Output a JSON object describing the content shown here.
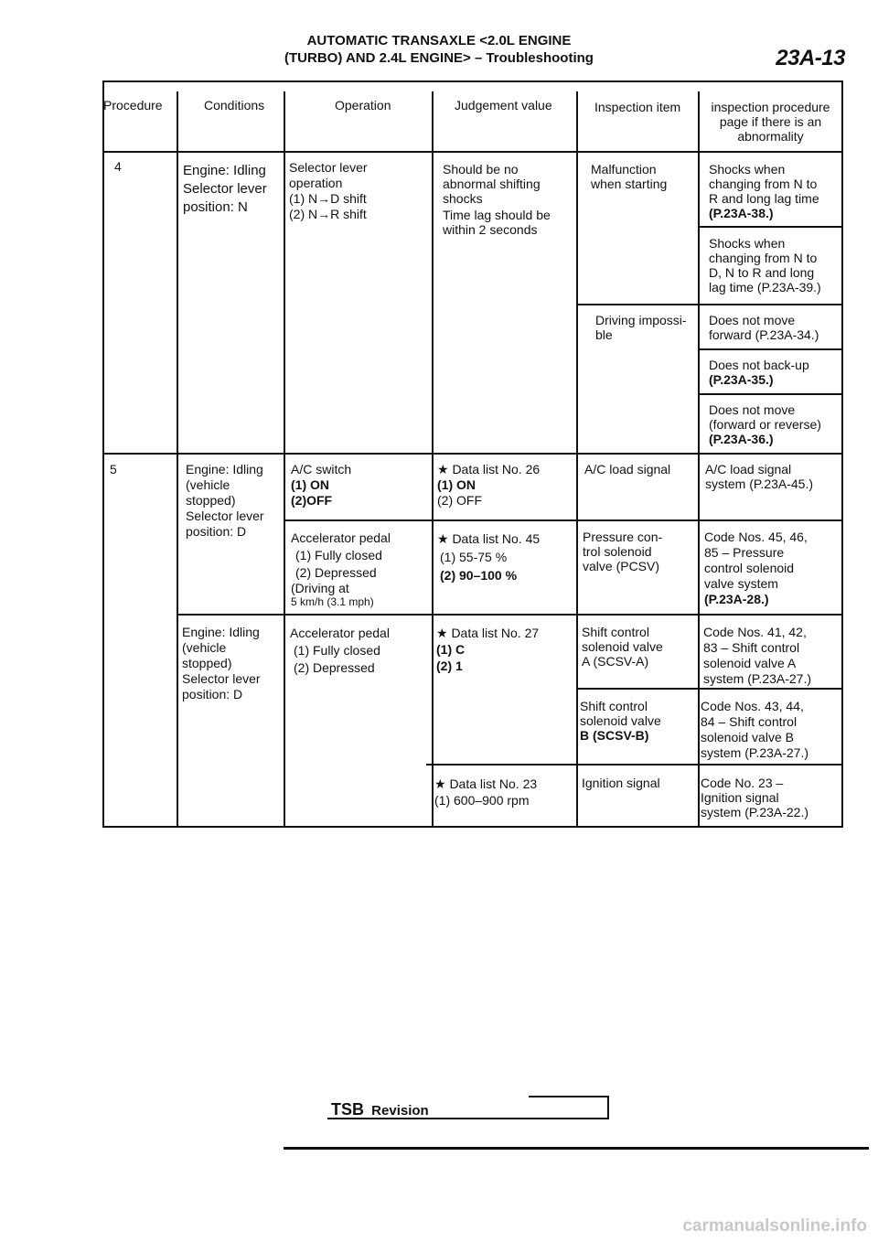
{
  "header": {
    "line1": "AUTOMATIC TRANSAXLE <2.0L ENGINE",
    "line2": "(TURBO) AND 2.4L ENGINE> – Troubleshooting",
    "page_number": "23A-13"
  },
  "table": {
    "columns": [
      "Procedure",
      "Conditions",
      "Operation",
      "Judgement value",
      "Inspection item",
      "inspection procedure page if there is an abnormality"
    ],
    "col_inspection_proc": [
      "inspection procedure",
      "page if there is an",
      "abnormality"
    ],
    "r4": {
      "no": "4",
      "cond": [
        "Engine: Idling",
        "Selector lever",
        "position: N"
      ],
      "op": [
        "Selector lever",
        "operation",
        "(1) N→D shift",
        "(2) N→R shift"
      ],
      "judge": [
        "Should be no",
        "abnormal shifting",
        "shocks",
        "Time lag should be",
        "within 2 seconds"
      ],
      "item1": [
        "Malfunction",
        "when starting"
      ],
      "proc1": [
        "Shocks when",
        "changing from N to",
        "R and long lag time",
        "(P.23A-38.)"
      ],
      "proc2": [
        "Shocks when",
        "changing from N to",
        "D, N to R and long",
        "lag time (P.23A-39.)"
      ],
      "item2": [
        "Driving impossi-",
        "ble"
      ],
      "proc3": [
        "Does not move",
        "forward (P.23A-34.)"
      ],
      "proc4": [
        "Does not back-up",
        "(P.23A-35.)"
      ],
      "proc5": [
        "Does not move",
        "(forward or reverse)",
        "(P.23A-36.)"
      ]
    },
    "r5": {
      "no": "5",
      "cond1": [
        "Engine: Idling",
        "(vehicle",
        "stopped)",
        "Selector lever",
        "position: D"
      ],
      "ac_op": [
        "A/C switch",
        "(1) ON",
        "(2)OFF"
      ],
      "ac_judge": [
        "★ Data list No. 26",
        "(1) ON",
        "(2) OFF"
      ],
      "ac_item": [
        "A/C load signal"
      ],
      "ac_proc": [
        "A/C load signal",
        "system (P.23A-45.)"
      ],
      "accel_op": [
        "Accelerator pedal",
        "(1) Fully closed",
        "(2) Depressed",
        "(Driving at",
        "5 km/h (3.1 mph)"
      ],
      "accel_judge": [
        "★ Data list No. 45",
        "(1) 55-75 %",
        "(2) 90–100 %"
      ],
      "accel_item": [
        "Pressure con-",
        "trol solenoid",
        "valve (PCSV)"
      ],
      "accel_proc": [
        "Code Nos. 45, 46,",
        "85 – Pressure",
        "control solenoid",
        "valve system",
        "(P.23A-28.)"
      ],
      "cond2": [
        "Engine: Idling",
        "(vehicle",
        "stopped)",
        "Selector lever",
        "position: D"
      ],
      "shift_op": [
        "Accelerator pedal",
        "(1) Fully closed",
        "(2) Depressed"
      ],
      "shift_judge": [
        "★ Data list No. 27",
        "(1) C",
        "(2) 1"
      ],
      "scsva_item": [
        "Shift control",
        "solenoid valve",
        "A (SCSV-A)"
      ],
      "scsva_proc": [
        "Code Nos. 41, 42,",
        "83 – Shift control",
        "solenoid valve A",
        "system (P.23A-27.)"
      ],
      "scsvb_item": [
        "Shift control",
        "solenoid valve",
        "B (SCSV-B)"
      ],
      "scsvb_proc": [
        "Code Nos. 43, 44,",
        "84 – Shift control",
        "solenoid valve B",
        "system (P.23A-27.)"
      ],
      "ign_judge": [
        "★ Data list No. 23",
        "(1) 600–900 rpm"
      ],
      "ign_item": [
        "Ignition signal"
      ],
      "ign_proc": [
        "Code No. 23 –",
        "Ignition signal",
        "system (P.23A-22.)"
      ]
    }
  },
  "footer": {
    "tsb": "TSB",
    "revision": "Revision"
  },
  "watermark": "carmanualsonline.info"
}
